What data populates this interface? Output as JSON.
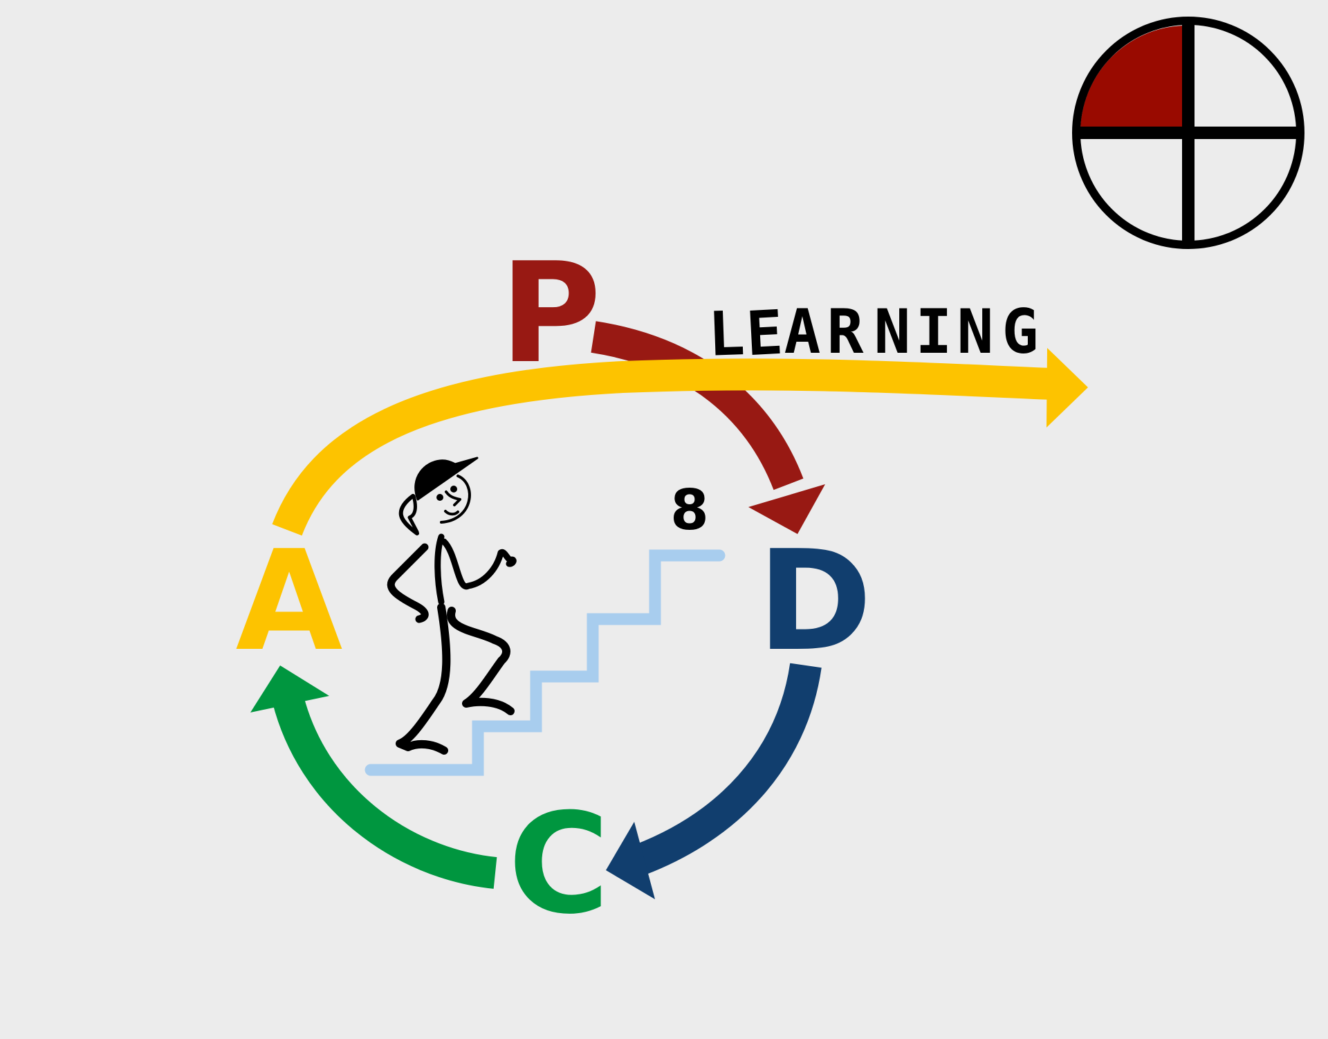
{
  "cycle": {
    "p": {
      "text": "P",
      "color": "#981913"
    },
    "d": {
      "text": "D",
      "color": "#113e6e"
    },
    "c": {
      "text": "C",
      "color": "#00963f"
    },
    "a": {
      "text": "A",
      "color": "#fdc300"
    }
  },
  "learning": {
    "letters": [
      "L",
      "E",
      "A",
      "R",
      "N",
      "I",
      "N",
      "G"
    ],
    "color": "#000000"
  },
  "step_number": "8",
  "colors": {
    "background": "#ececec",
    "stairs": "#a8cdee",
    "quadrant_fill": "#990a00",
    "outline": "#000000"
  },
  "icons": {
    "figure": "stick-figure-climbing-stairs",
    "indicator": "pdca-quadrant-indicator"
  }
}
